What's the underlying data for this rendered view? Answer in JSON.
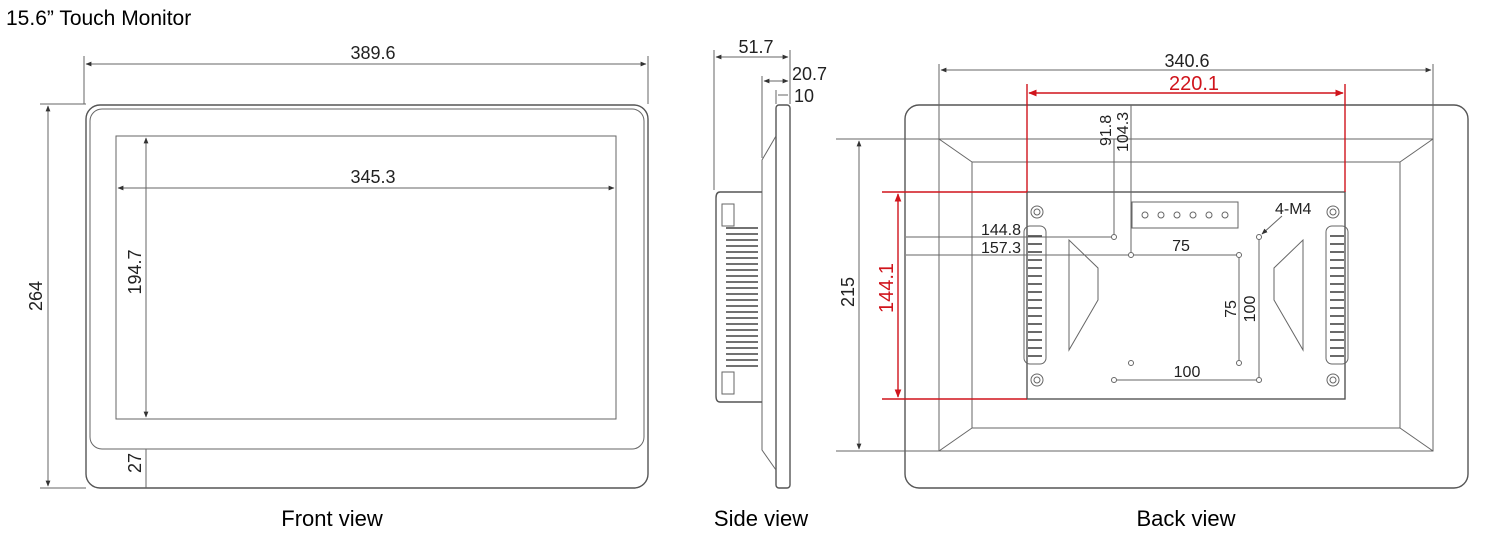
{
  "title": "15.6” Touch Monitor",
  "front": {
    "caption": "Front view",
    "overall_width": "389.6",
    "overall_height": "264",
    "screen_width": "345.3",
    "screen_height": "194.7",
    "bottom_bezel": "27"
  },
  "side": {
    "caption": "Side view",
    "depth_total": "51.7",
    "depth_body": "20.7",
    "depth_panel": "10"
  },
  "back": {
    "caption": "Back view",
    "width": "340.6",
    "height": "215",
    "mount_width": "220.1",
    "mount_height": "144.1",
    "offset_1": "144.8",
    "offset_2": "157.3",
    "offset_3": "91.8",
    "offset_4": "104.3",
    "vesa_75_h": "75",
    "vesa_75_v": "75",
    "vesa_100_h": "100",
    "vesa_100_v": "100",
    "screw_label": "4-M4"
  },
  "colors": {
    "outline": "#555555",
    "highlight": "#d0141c"
  }
}
